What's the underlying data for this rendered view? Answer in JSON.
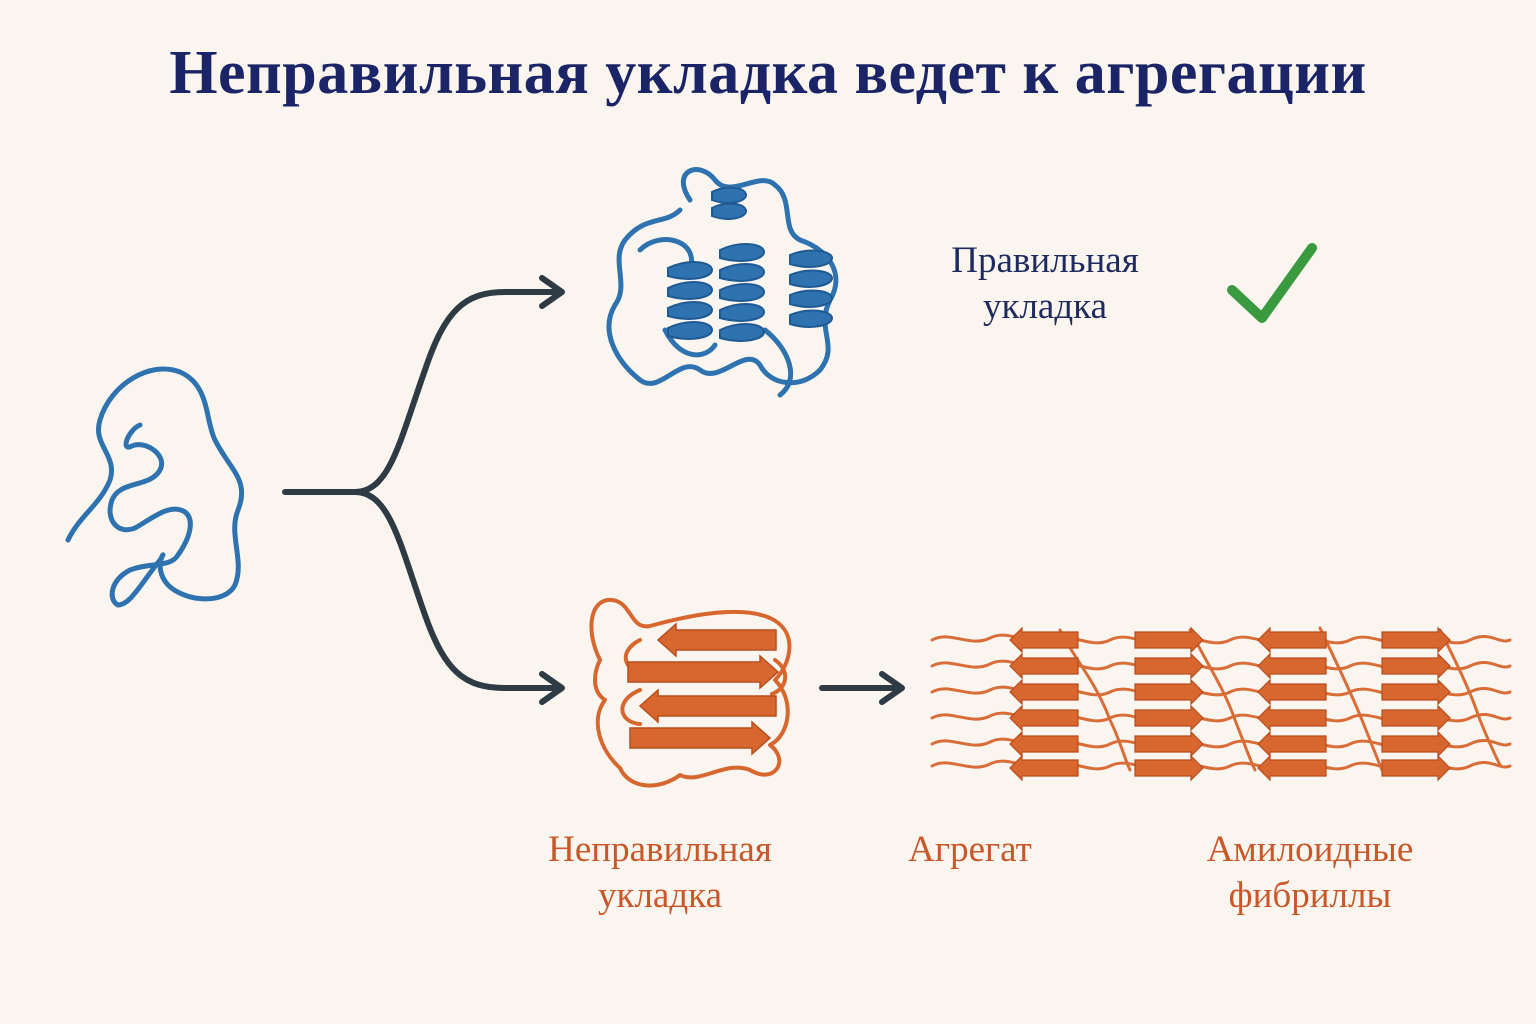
{
  "title": "Неправильная укладка ведет к агрегации",
  "labels": {
    "correct": {
      "line1": "Правильная",
      "line2": "укладка"
    },
    "misfolded": {
      "line1": "Неправильная",
      "line2": "укладка"
    },
    "aggregate": "Агрегат",
    "amyloid": {
      "line1": "Амилоидные",
      "line2": "фибриллы"
    }
  },
  "icons": {
    "correct_mark": "check-mark-icon"
  },
  "colors": {
    "title": "#1a2466",
    "native_protein": "#2f72b0",
    "misfolded_protein": "#d8662f",
    "arrow": "#2e3a44",
    "check": "#3a9a40",
    "background": "#faf6ef"
  }
}
